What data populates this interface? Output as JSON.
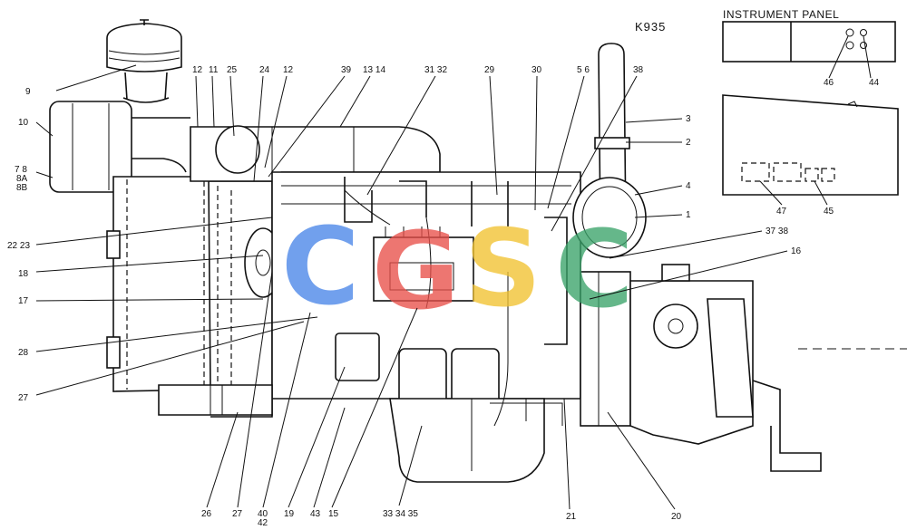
{
  "model_code": "K935",
  "instrument_panel": {
    "title": "INSTRUMENT PANEL"
  },
  "watermark": {
    "letters": [
      "C",
      "G",
      "S",
      "C"
    ],
    "colors": [
      "#4a86e8",
      "#e8504a",
      "#f2c230",
      "#3aa36a"
    ]
  },
  "callouts": [
    "9",
    "10",
    "7 8",
    "8A",
    "8B",
    "22 23",
    "18",
    "17",
    "28",
    "27",
    "12",
    "11",
    "25",
    "24",
    "12",
    "39",
    "13 14",
    "31 32",
    "29",
    "30",
    "5 6",
    "38",
    "3",
    "2",
    "4",
    "1",
    "37 38",
    "16",
    "26",
    "27",
    "40",
    "42",
    "19",
    "43",
    "15",
    "33 34 35",
    "21",
    "20",
    "46",
    "44",
    "47",
    "45"
  ],
  "icons": {
    "panel_gauge": "gauge-icon",
    "warning_light": "warning-light-icon"
  }
}
